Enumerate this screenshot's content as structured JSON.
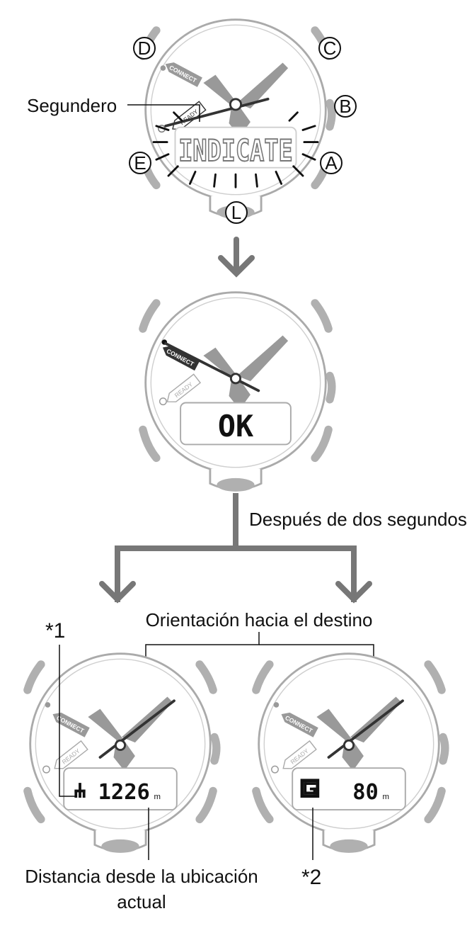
{
  "buttons": {
    "d": "D",
    "c": "C",
    "b": "B",
    "e": "E",
    "a": "A",
    "l": "L"
  },
  "dial": {
    "connect": "CONNECT",
    "ready": "READY"
  },
  "watch1": {
    "hand_label": "Segundero",
    "display_text": "INDICATE"
  },
  "watch2": {
    "display_text": "OK"
  },
  "after_two_seconds": "Después de dos segundos",
  "orientation_label": "Orientación hacia el destino",
  "watch3": {
    "footnote": "*1",
    "distance_value": "1226",
    "unit": "m"
  },
  "watch4": {
    "footnote": "*2",
    "distance_value": "80",
    "unit": "m"
  },
  "distance_label": {
    "line1": "Distancia desde la ubicación",
    "line2": "actual"
  },
  "colors": {
    "outline": "#aaaaaa",
    "hand": "#999999",
    "dark": "#333333",
    "arrow": "#777777",
    "button": "#b0b0b0"
  }
}
